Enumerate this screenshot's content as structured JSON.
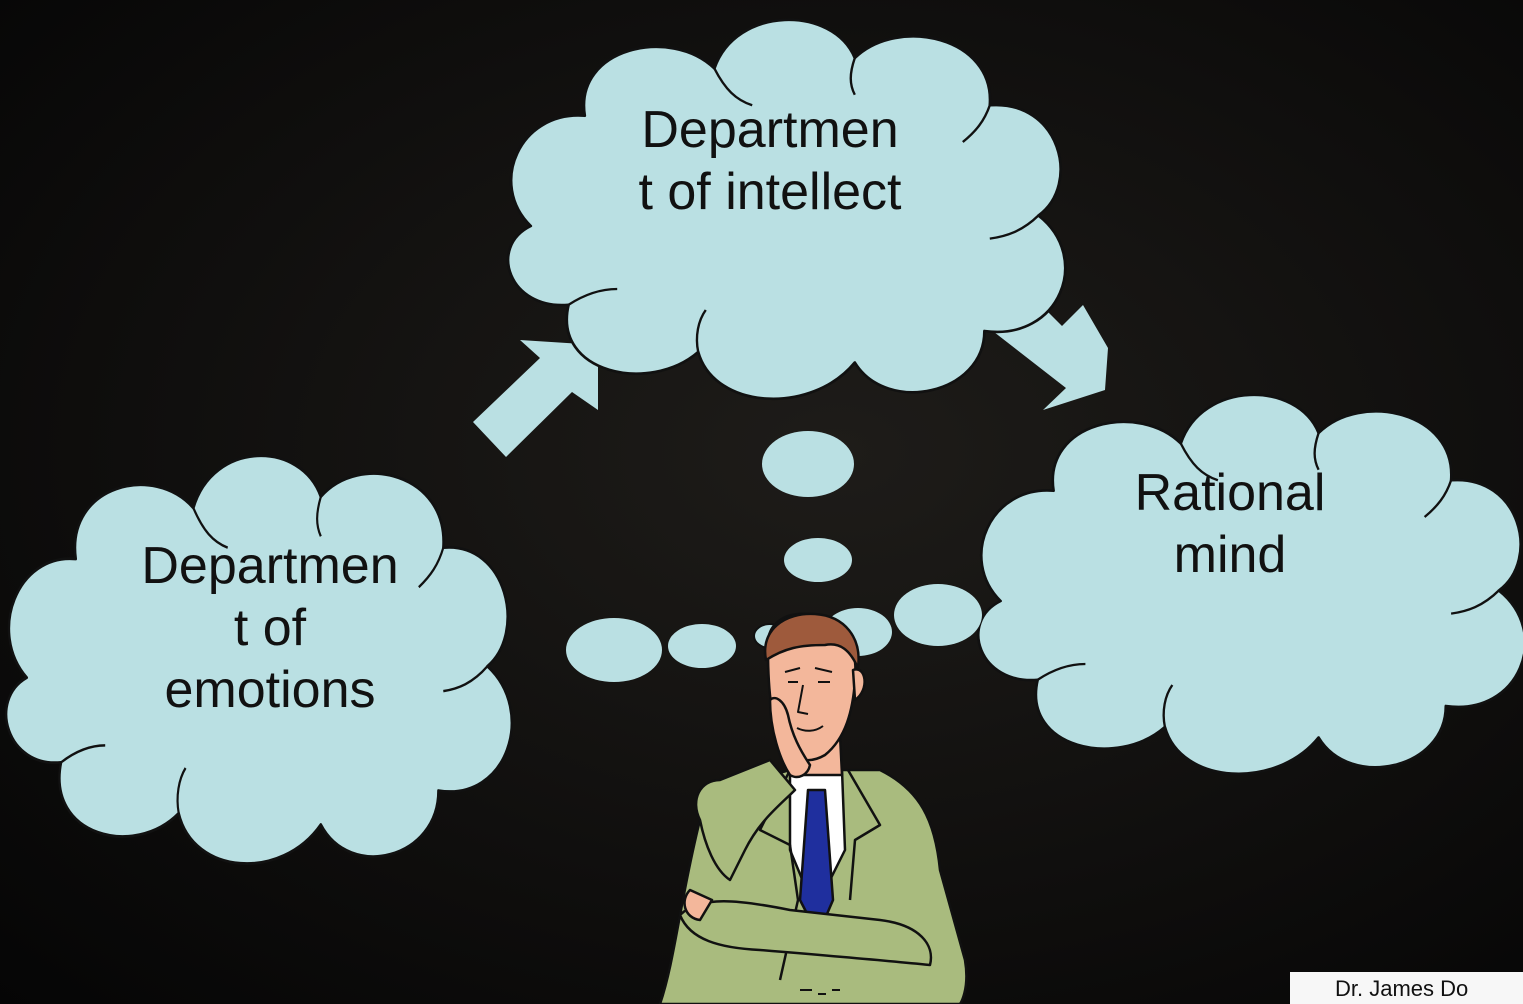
{
  "colors": {
    "cloud_fill": "#bae0e3",
    "arrow_fill": "#bae0e3",
    "outline": "#111111",
    "background": "#0f0e0d",
    "jacket": "#a9bb7e",
    "tie": "#1f2f9e",
    "skin": "#f3b79b",
    "hair": "#9e5a3c"
  },
  "icons": {
    "thinker": "thinking-man-icon"
  },
  "clouds": {
    "intellect": {
      "label": "Departmen\nt of intellect"
    },
    "emotions": {
      "label": "Departmen\nt of\nemotions"
    },
    "rational": {
      "label": "Rational\nmind"
    }
  },
  "arrows": [
    {
      "from": "emotions",
      "to": "intellect"
    },
    {
      "from": "intellect",
      "to": "rational"
    }
  ],
  "footer": {
    "credit": "Dr. James Do"
  }
}
